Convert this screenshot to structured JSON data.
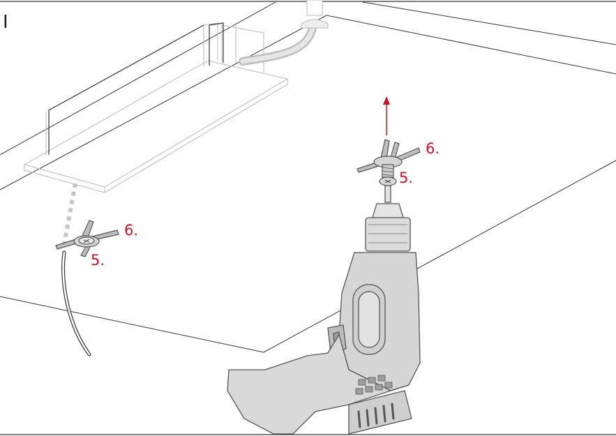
{
  "panel": {
    "letter": "I"
  },
  "callouts": {
    "left_screw_number": "5.",
    "left_anchor_number": "6.",
    "right_screw_number": "5.",
    "right_anchor_number": "6."
  },
  "colors": {
    "accent_red": "#d0101f",
    "line_dark": "#333333",
    "line_light": "#bdbdbd",
    "tool_fill": "#d9d9d9"
  },
  "icons": {
    "direction_arrow": "arrow-up-icon",
    "fastener": "toggle-anchor-icon",
    "tool": "power-drill-icon"
  }
}
